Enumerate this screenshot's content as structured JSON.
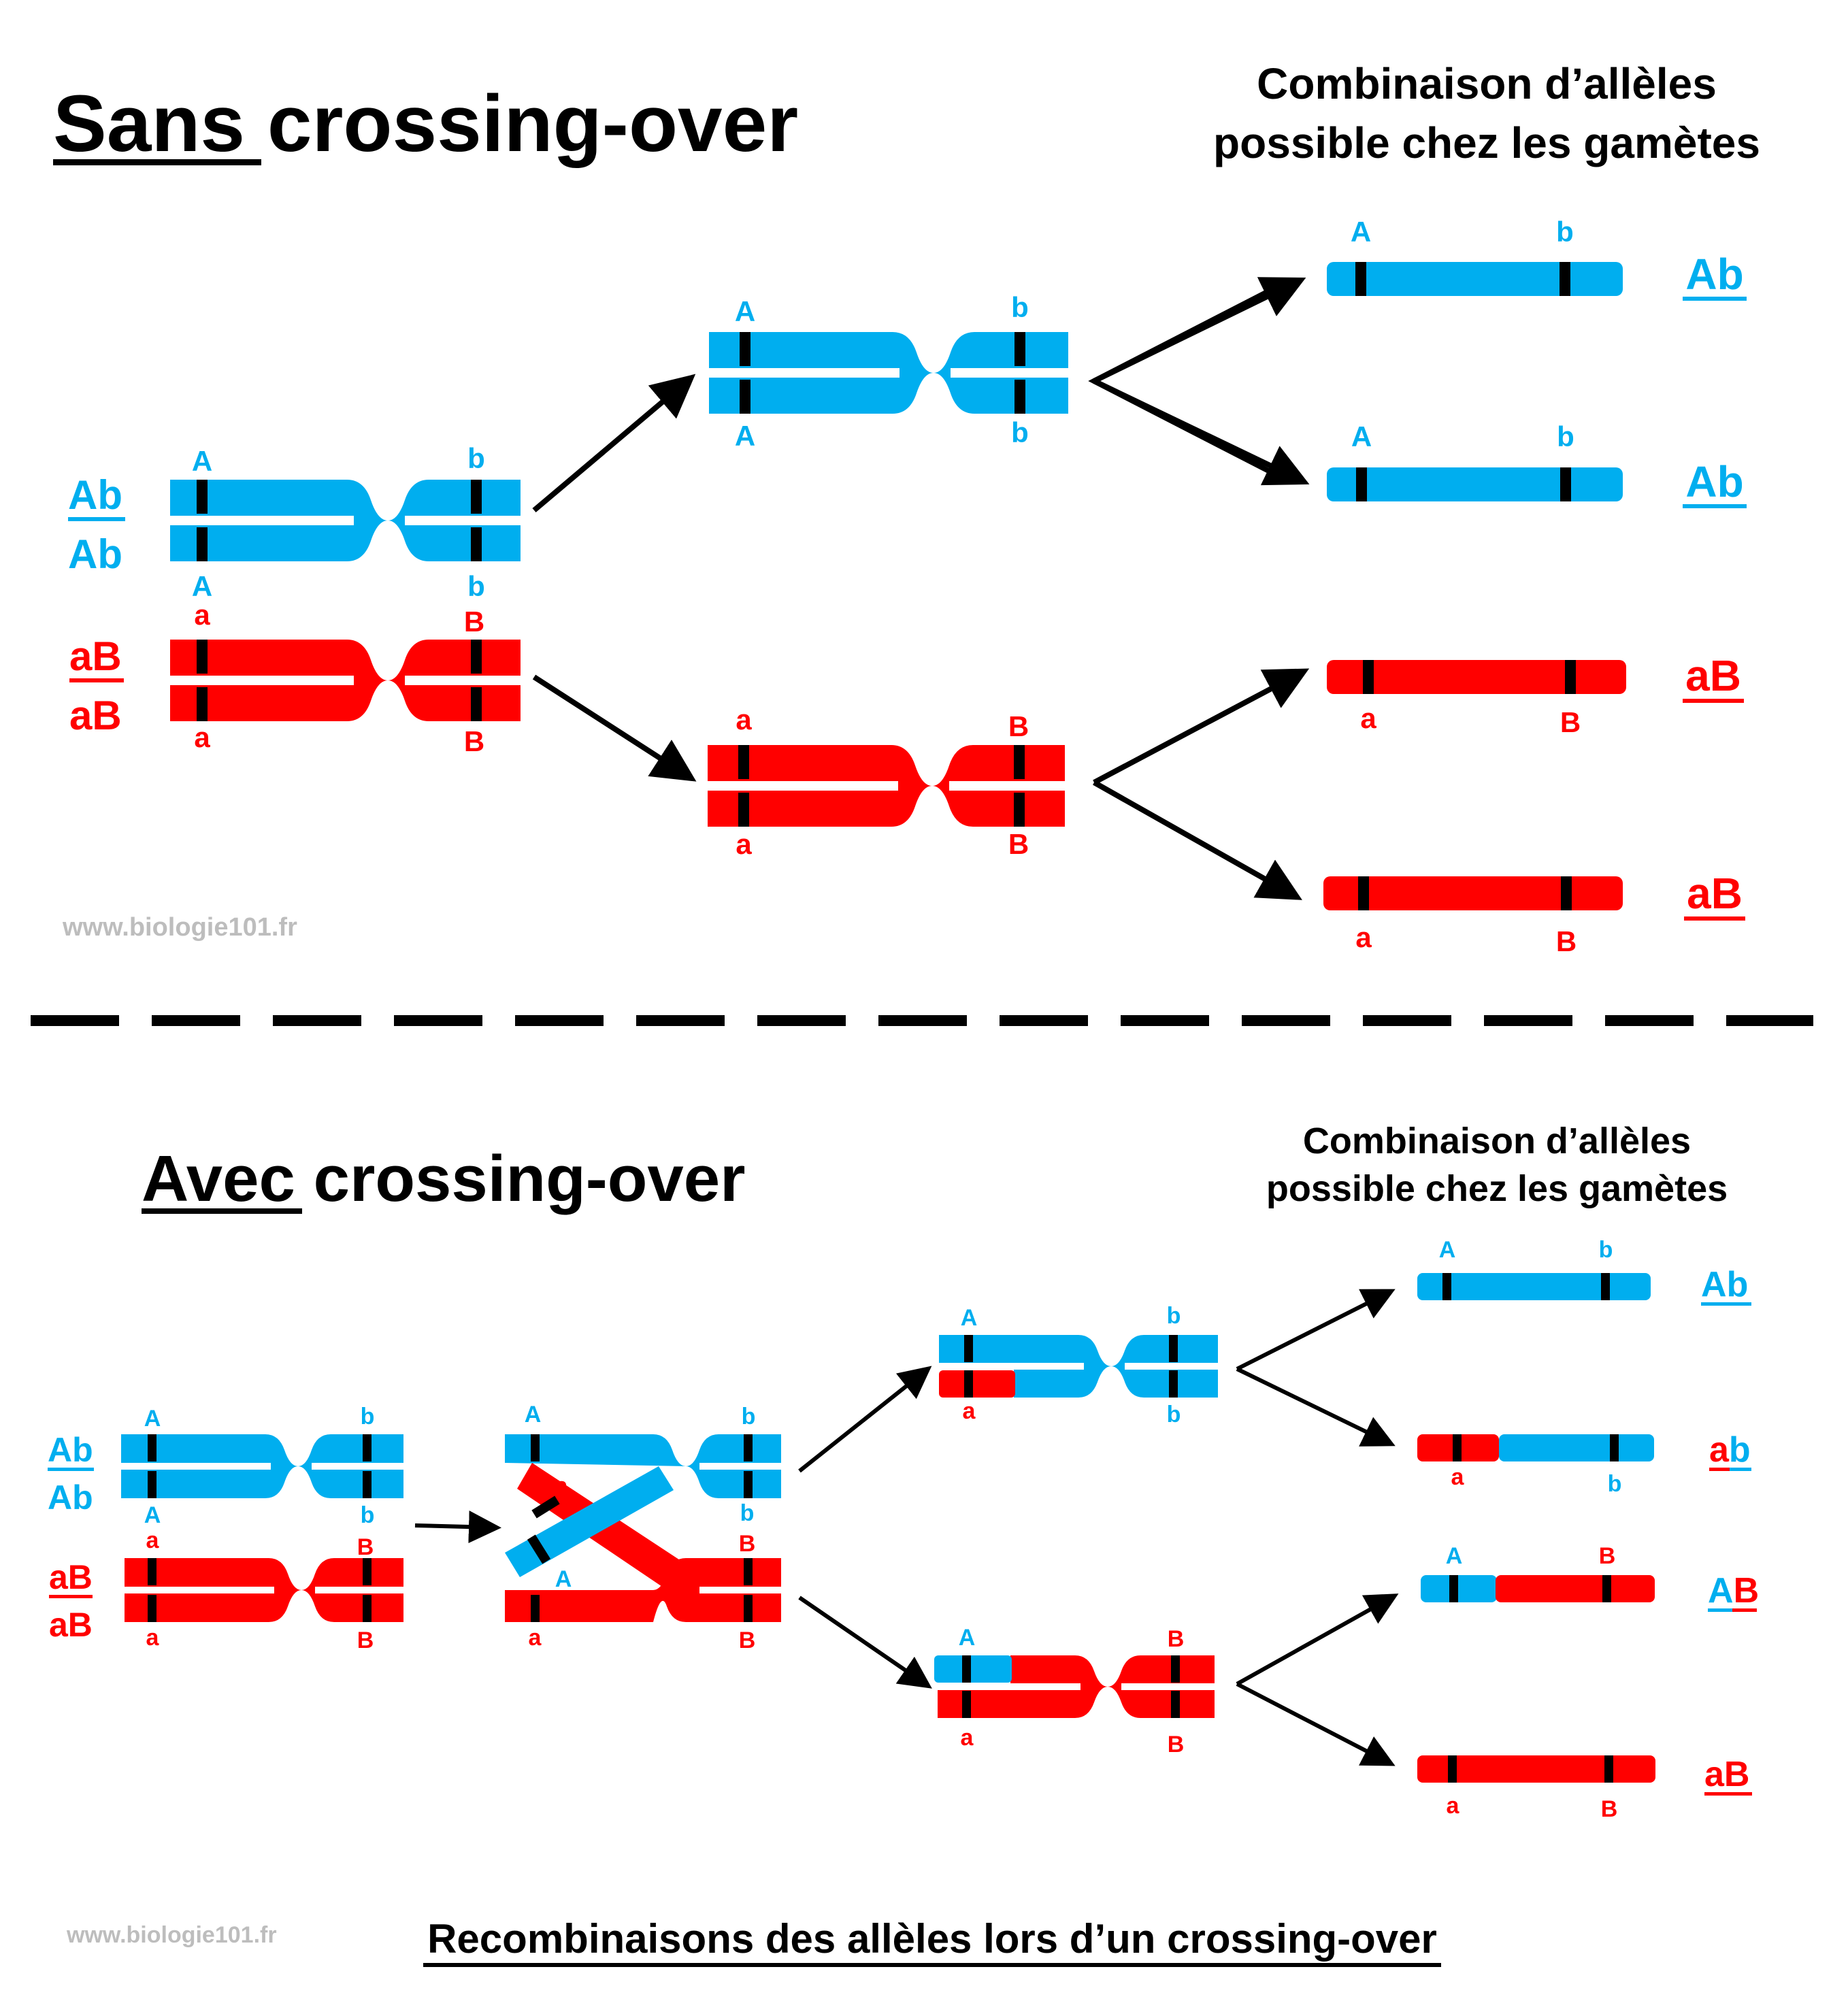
{
  "colors": {
    "blue": "#00AEEF",
    "red": "#FF0000",
    "black": "#000000",
    "grey": "#BDBDBD"
  },
  "top": {
    "title_word": "Sans",
    "title_rest": " crossing-over",
    "combo_line1": "Combinaison d’allèles",
    "combo_line2": "possible chez les gamètes",
    "genotype_blue_1": "Ab",
    "genotype_blue_2": "Ab",
    "genotype_red_1": "aB",
    "genotype_red_2": "aB",
    "allele_A": "A",
    "allele_a": "a",
    "allele_B": "B",
    "allele_b": "b",
    "gametes": [
      "Ab",
      "Ab",
      "aB",
      "aB"
    ],
    "watermark": "www.biologie101.fr"
  },
  "bottom": {
    "title_word": "Avec",
    "title_rest": " crossing-over",
    "combo_line1": "Combinaison d’allèles",
    "combo_line2": "possible chez les gamètes",
    "genotype_blue_1": "Ab",
    "genotype_blue_2": "Ab",
    "genotype_red_1": "aB",
    "genotype_red_2": "aB",
    "allele_A": "A",
    "allele_a": "a",
    "allele_B": "B",
    "allele_b": "b",
    "gametes": [
      {
        "first": "A",
        "second": "b"
      },
      {
        "first": "a",
        "second": "b"
      },
      {
        "first": "A",
        "second": "B"
      },
      {
        "first": "a",
        "second": "B"
      }
    ],
    "watermark": "www.biologie101.fr",
    "caption": "Recombinaisons des allèles lors d’un crossing-over"
  }
}
